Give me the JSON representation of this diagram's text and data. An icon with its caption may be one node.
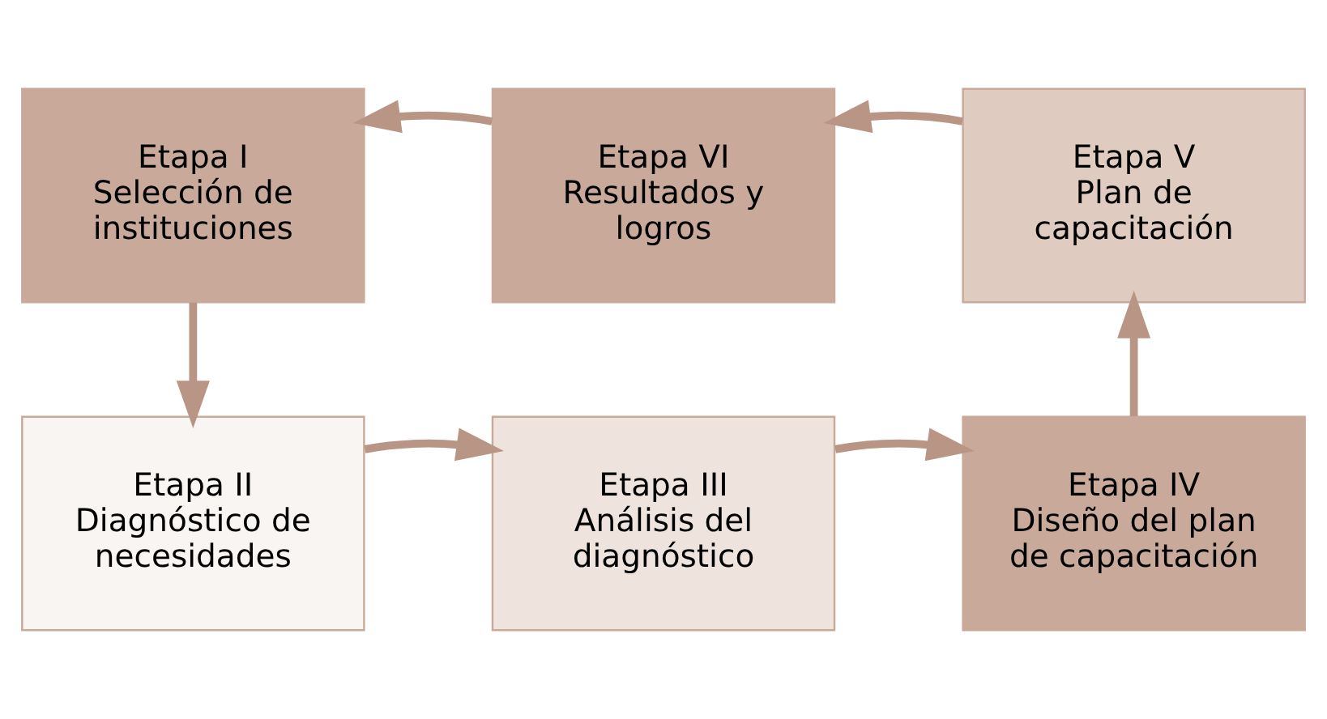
{
  "diagram": {
    "nodes": [
      {
        "text": [
          "Etapa I",
          "Selección de instituciones"
        ]
      },
      {
        "text": [
          "Etapa VI",
          "Resultados y logros"
        ]
      },
      {
        "text": [
          "Etapa V",
          "Plan de capacitación"
        ]
      },
      {
        "text": [
          "Etapa II",
          "Diagnóstico de necesidades"
        ]
      },
      {
        "text": [
          "Etapa III",
          "Análisis del diagnóstico"
        ]
      },
      {
        "text": [
          "Etapa IV",
          "Diseño del plan de capacitación"
        ]
      }
    ],
    "edges": [
      {
        "from": 0,
        "to": 3,
        "arrow": "to"
      },
      {
        "from": 3,
        "to": 4,
        "arrow": "to"
      },
      {
        "from": 4,
        "to": 5,
        "arrow": "to"
      },
      {
        "from": 5,
        "to": 2,
        "arrow": "to"
      },
      {
        "from": 2,
        "to": 1,
        "arrow": "to"
      },
      {
        "from": 1,
        "to": 0,
        "arrow": "to"
      }
    ]
  }
}
